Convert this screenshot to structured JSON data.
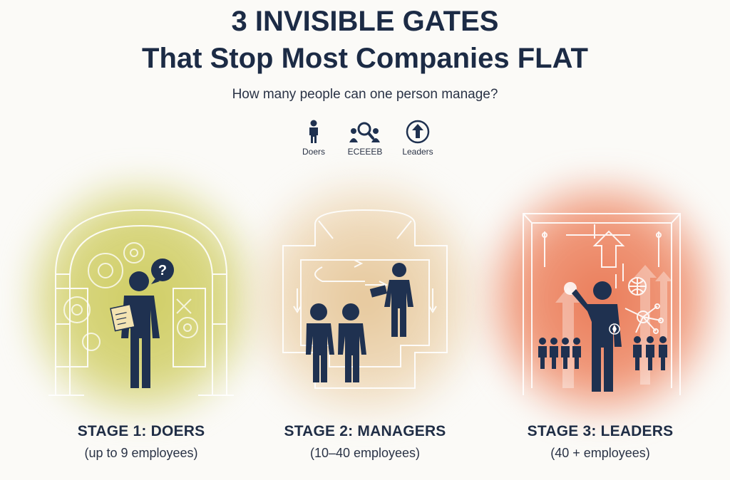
{
  "header": {
    "title_line1": "3 INVISIBLE GATES",
    "title_line2": "That Stop Most Companies FLAT",
    "subtitle": "How many people can one person manage?"
  },
  "legend": [
    {
      "label": "Doers",
      "icon": "person-icon"
    },
    {
      "label": "ECEEEB",
      "icon": "magnifier-group-icon"
    },
    {
      "label": "Leaders",
      "icon": "up-arrow-circle-icon"
    }
  ],
  "stages": [
    {
      "title": "STAGE 1: DOERS",
      "subtitle": "(up to 9 employees)",
      "color": "#d8d67a"
    },
    {
      "title": "STAGE 2: MANAGERS",
      "subtitle": "(10–40 employees)",
      "color": "#ead2a9"
    },
    {
      "title": "STAGE 3: LEADERS",
      "subtitle": "(40 + employees)",
      "color": "#ef8c6c"
    }
  ],
  "colors": {
    "ink": "#1c2b45",
    "figure": "#1f3150"
  }
}
